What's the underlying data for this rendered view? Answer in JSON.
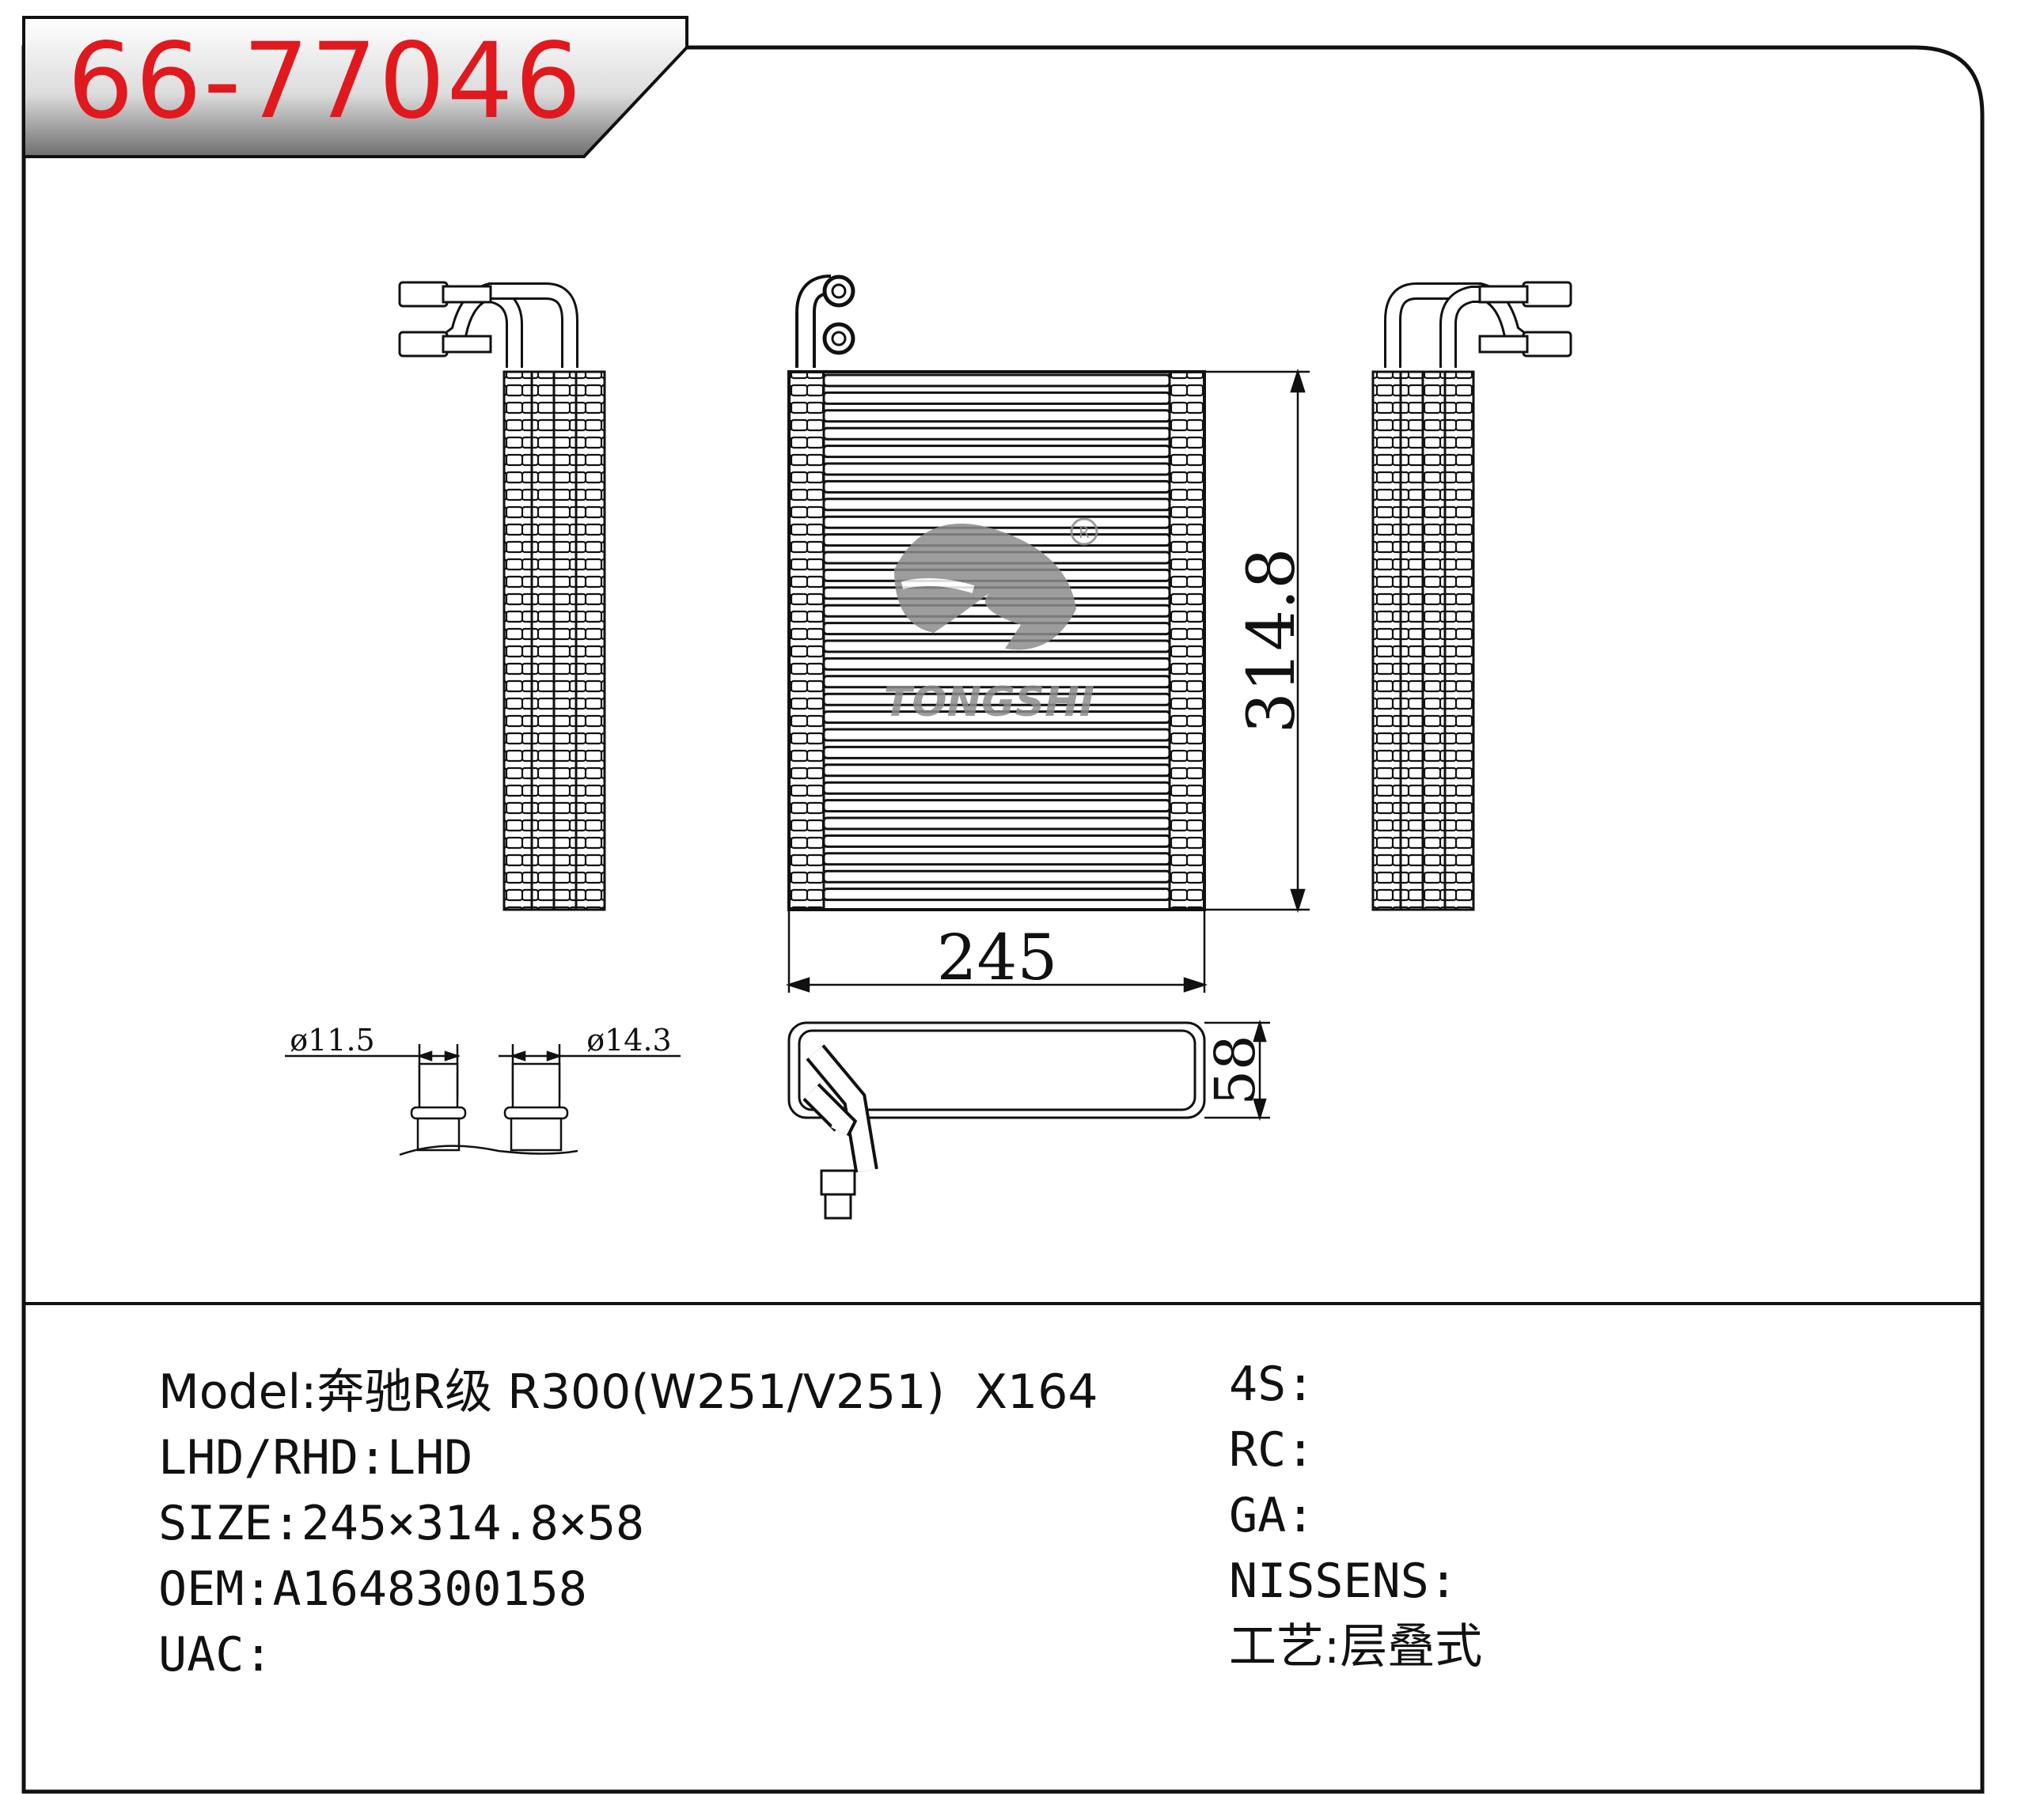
{
  "header": {
    "part_number": "66-77046"
  },
  "drawing": {
    "width_dim": "245",
    "height_dim": "314.8",
    "depth_dim": "58",
    "pipe_small_dia": "ø11.5",
    "pipe_large_dia": "ø14.3",
    "watermark": "TONGSHI",
    "registered_mark": "R"
  },
  "specs_left": [
    {
      "label": "Model:",
      "value": "奔驰R级 R300(W251/V251)  X164"
    },
    {
      "label": "LHD/RHD:",
      "value": "LHD"
    },
    {
      "label": "SIZE:",
      "value": "245×314.8×58"
    },
    {
      "label": "OEM:",
      "value": "A1648300158"
    },
    {
      "label": "UAC:",
      "value": ""
    }
  ],
  "specs_right": [
    {
      "label": "4S:",
      "value": ""
    },
    {
      "label": "RC:",
      "value": ""
    },
    {
      "label": "GA:",
      "value": ""
    },
    {
      "label": "NISSENS:",
      "value": ""
    },
    {
      "label": "工艺:",
      "value": "层叠式"
    }
  ],
  "colors": {
    "part_number": "#e0191e",
    "frame": "#111111",
    "watermark": "#8c8c8c"
  }
}
